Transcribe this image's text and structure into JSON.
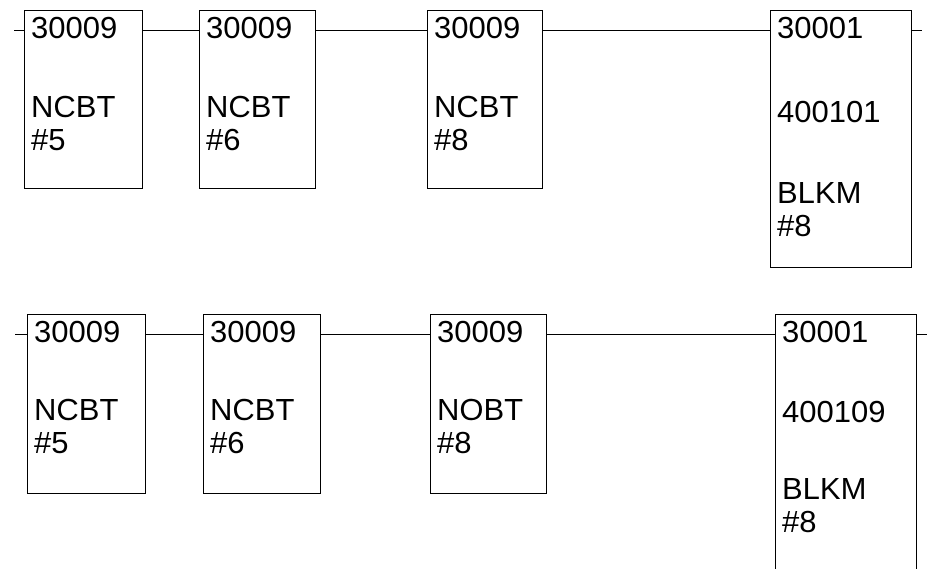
{
  "rungs": [
    {
      "blocks": [
        {
          "top": "30009",
          "mid": "NCBT",
          "bot": "#5"
        },
        {
          "top": "30009",
          "mid": "NCBT",
          "bot": "#6"
        },
        {
          "top": "30009",
          "mid": "NCBT",
          "bot": "#8"
        },
        {
          "top": "30001",
          "mid": "400101",
          "bot1": "BLKM",
          "bot2": "#8"
        }
      ]
    },
    {
      "blocks": [
        {
          "top": "30009",
          "mid": "NCBT",
          "bot": "#5"
        },
        {
          "top": "30009",
          "mid": "NCBT",
          "bot": "#6"
        },
        {
          "top": "30009",
          "mid": "NOBT",
          "bot": "#8"
        },
        {
          "top": "30001",
          "mid": "400109",
          "bot1": "BLKM",
          "bot2": "#8"
        }
      ]
    }
  ]
}
